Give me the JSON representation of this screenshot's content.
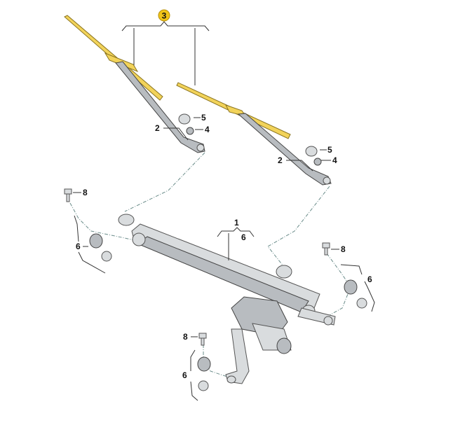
{
  "diagram": {
    "title_callout": "3",
    "colors": {
      "blade": "#f2d35a",
      "callout_badge": "#f0c419",
      "part": "#d9dcde"
    },
    "callouts": {
      "left_cap": "5",
      "left_nut": "4",
      "left_arm": "2",
      "right_cap": "5",
      "right_nut": "4",
      "right_arm": "2",
      "left_bolt": "8",
      "left_bushing_set": "6",
      "linkage": "1",
      "linkage_set": "6",
      "right_bolt": "8",
      "right_bushing_set": "6",
      "motor_bolt": "8",
      "motor_bushing_set": "6"
    }
  }
}
